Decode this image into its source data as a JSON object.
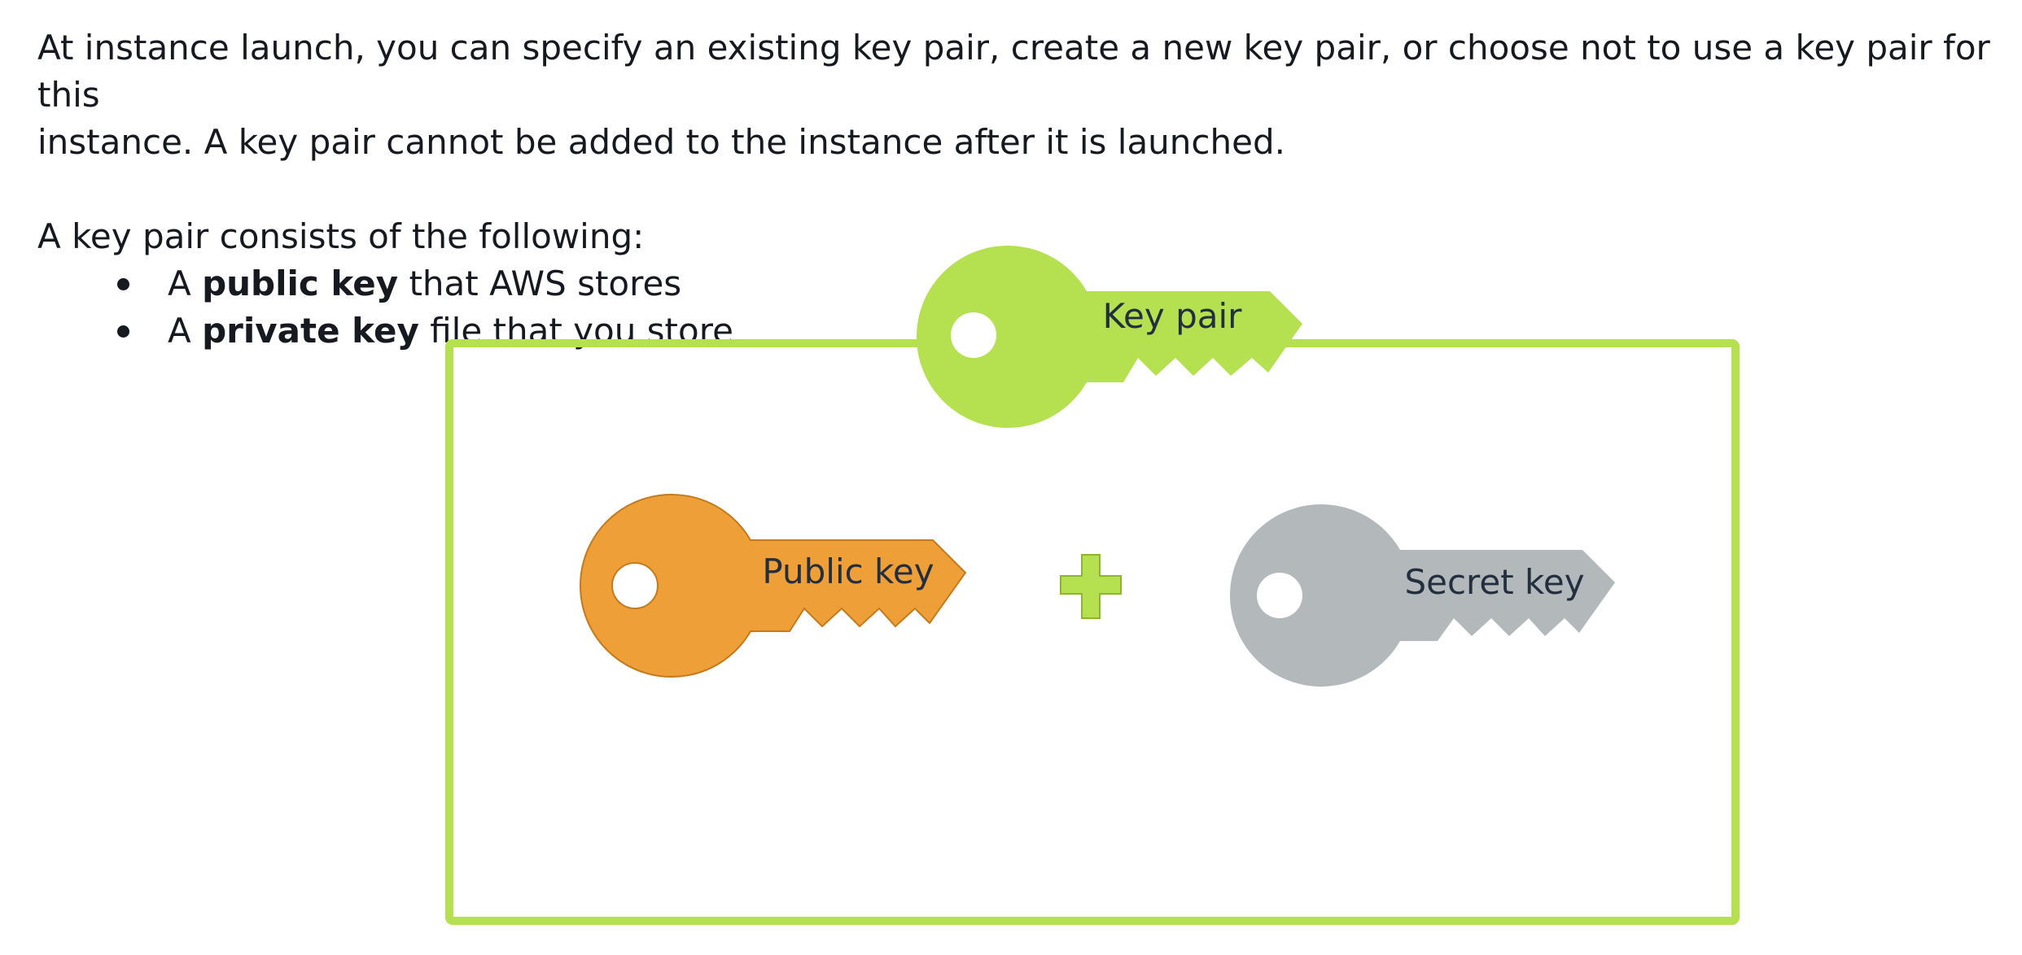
{
  "intro": {
    "line_1": "At instance launch, you can specify an existing key pair, create a new key pair, or choose not to use a key pair for this",
    "line_2": "instance. A key pair cannot be added to the instance after it is launched."
  },
  "composition": {
    "lead": "A key pair consists of the following:",
    "items": [
      {
        "prefix": "A ",
        "bold": "public key",
        "suffix": " that AWS stores"
      },
      {
        "prefix": "A ",
        "bold": "private key",
        "suffix": " file that you store"
      }
    ]
  },
  "diagram": {
    "key_pair_label": "Key pair",
    "public_key_label": "Public key",
    "secret_key_label": "Secret key",
    "operator_icon": "plus-icon",
    "colors": {
      "frame": "#b5e04f",
      "key_pair": "#b5e04f",
      "public_key": "#ef9f38",
      "public_key_stroke": "#c47a1c",
      "secret_key": "#b3b8bb",
      "plus": "#b5e04f",
      "plus_stroke": "#8fb52e"
    }
  }
}
